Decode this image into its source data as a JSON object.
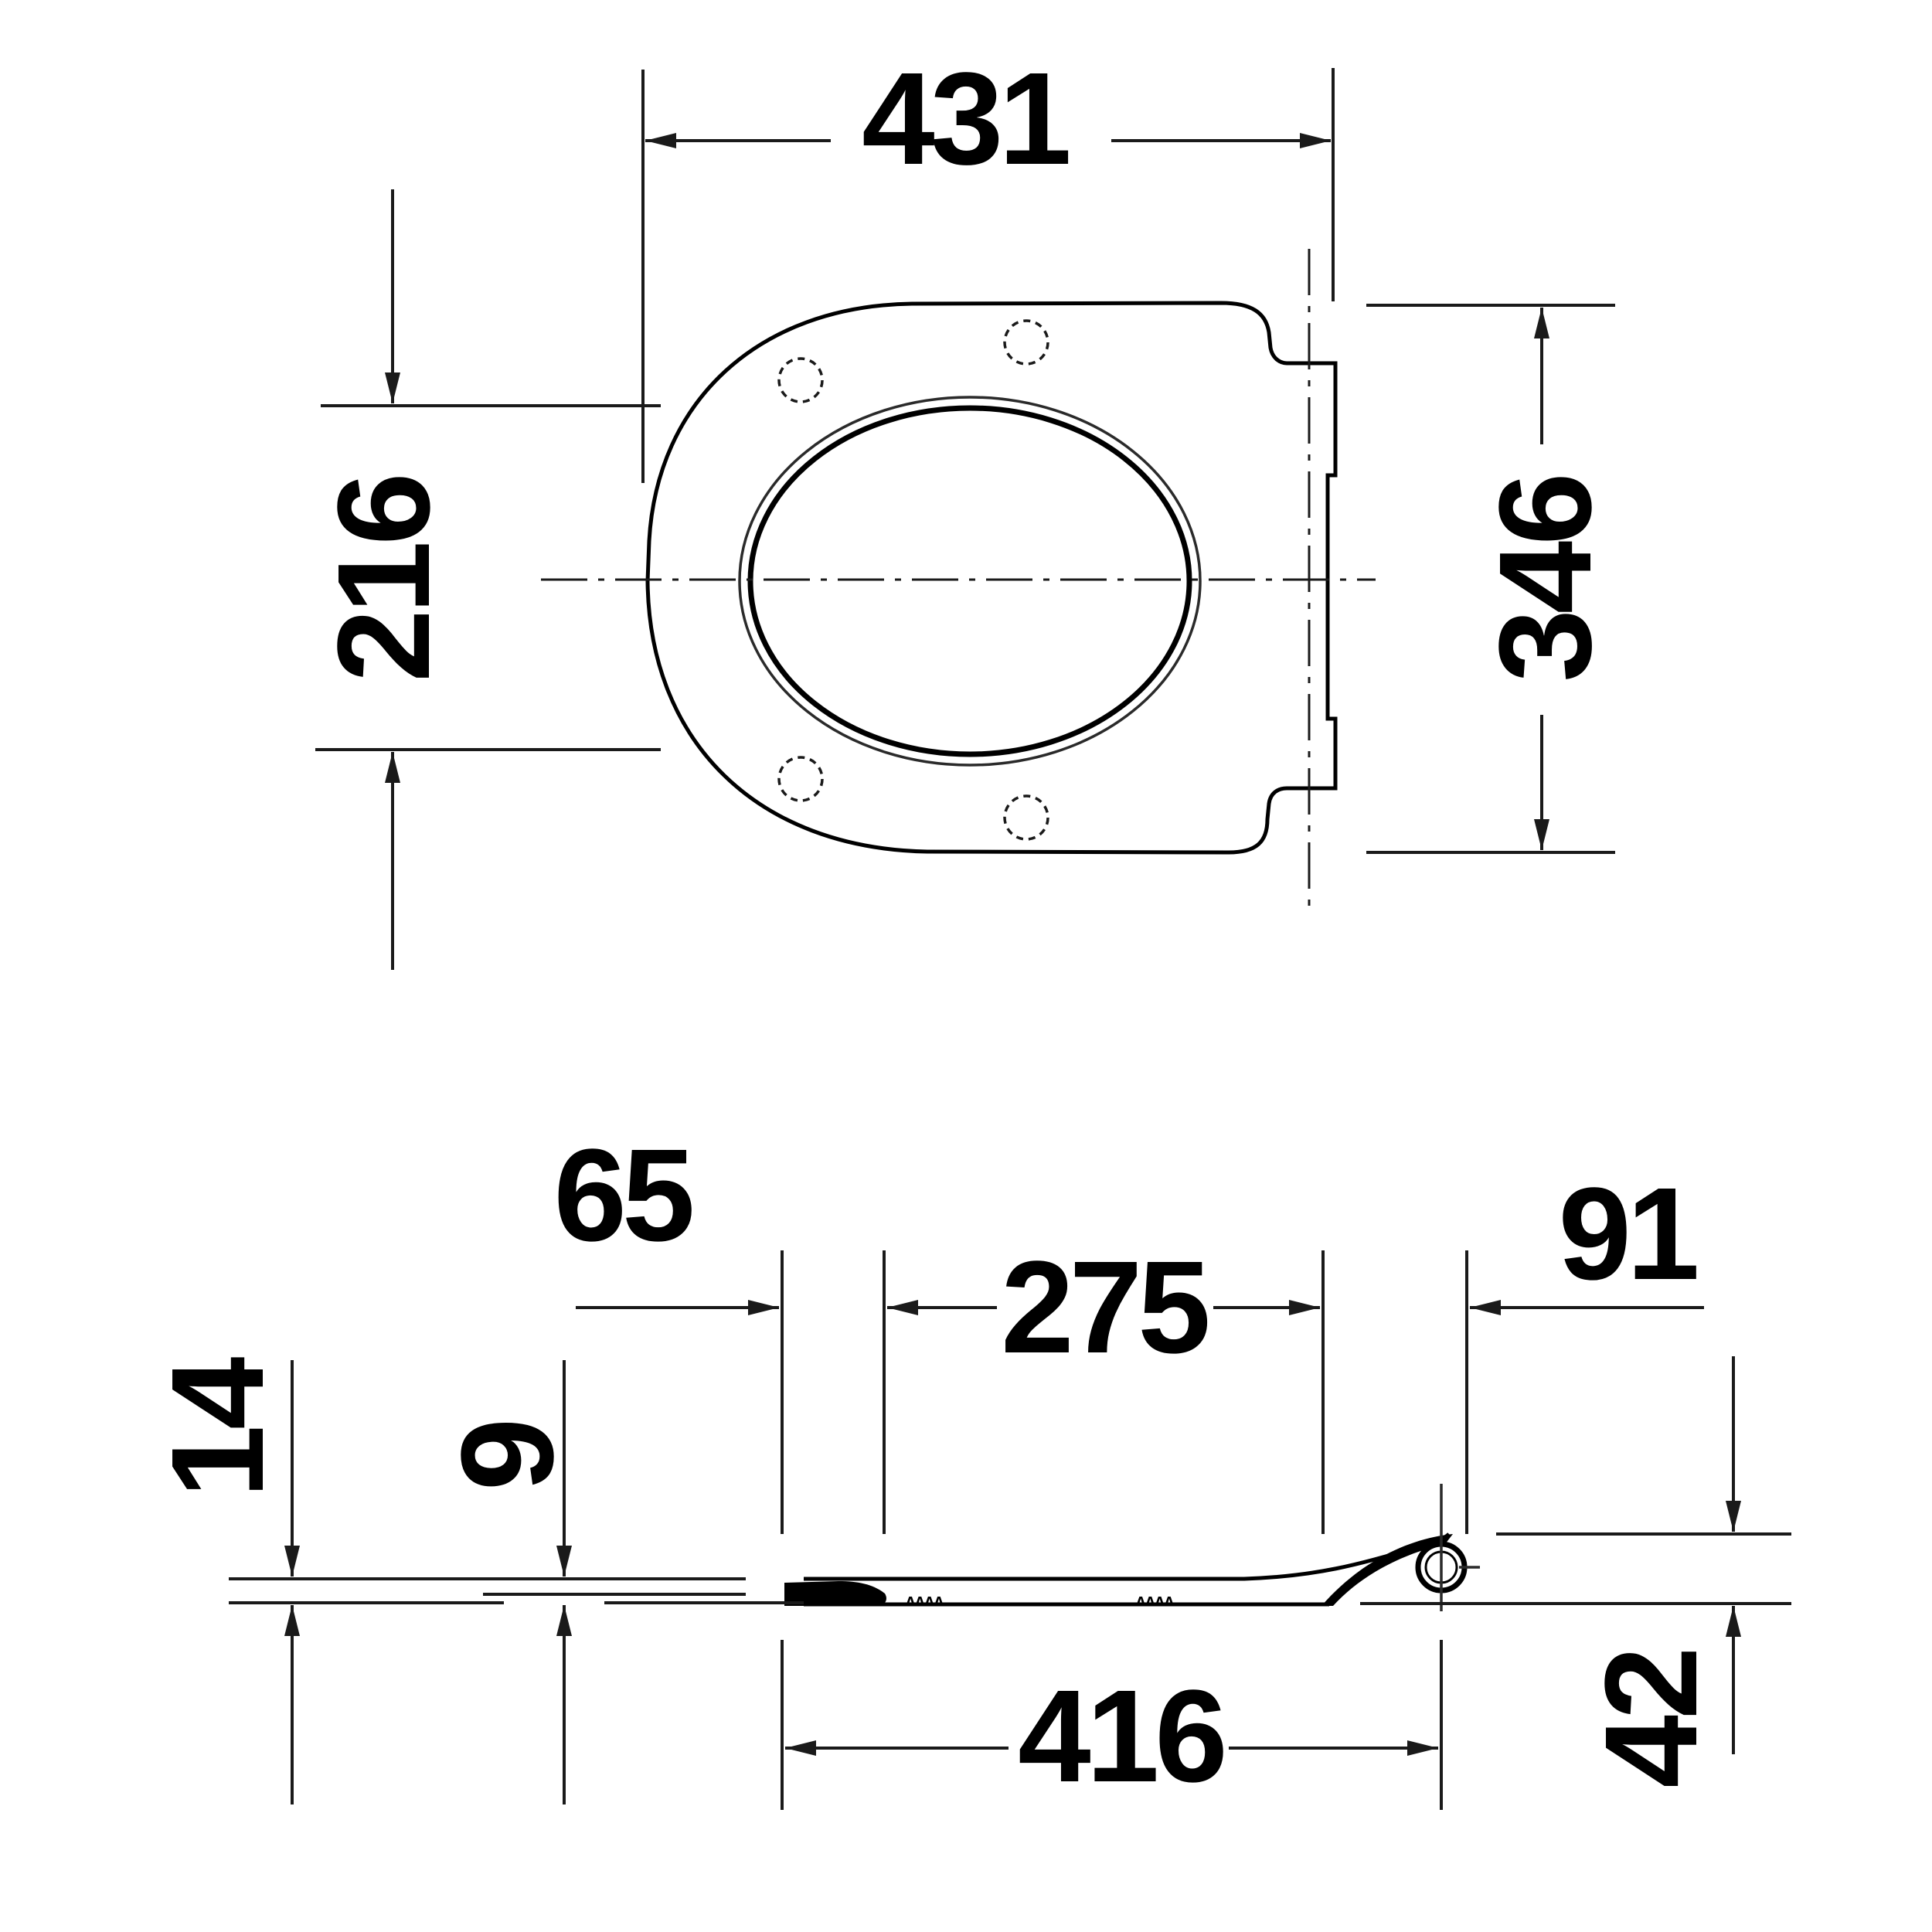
{
  "drawing": {
    "title": "Toilet seat dimension drawing",
    "units": "mm",
    "colors": {
      "line": "#1a1a1a",
      "text": "#000000",
      "background": "#ffffff"
    }
  },
  "top_view": {
    "dimensions": {
      "overall_length": "431",
      "hinge_to_front_offset": "216",
      "overall_width": "346"
    }
  },
  "side_view": {
    "dimensions": {
      "front_offset": "65",
      "bumper_spacing": "275",
      "hinge_offset": "91",
      "total_length": "416",
      "seat_thickness": "14",
      "front_thickness": "9",
      "hinge_height": "42"
    }
  }
}
